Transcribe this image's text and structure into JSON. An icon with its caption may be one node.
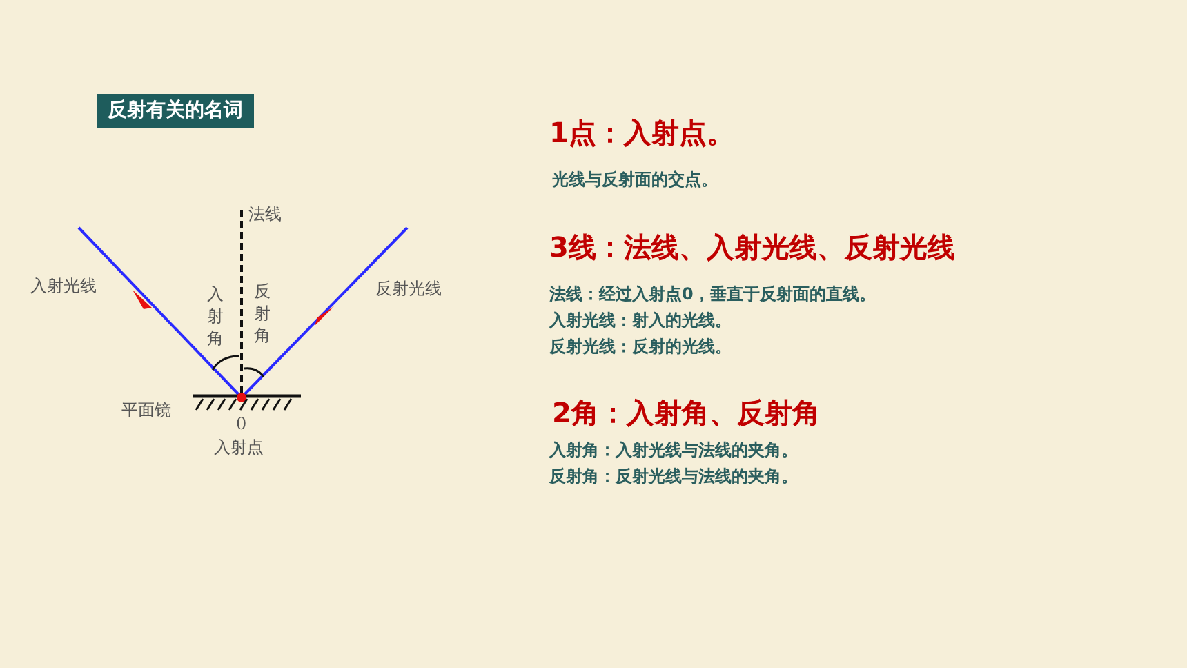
{
  "diagram": {
    "title": "反射有关的名词",
    "labels": [
      "法线",
      "入射光线",
      "入射角",
      "反射角",
      "反射光线",
      "平面镜",
      "0",
      "入射点",
      "1点：入射点。",
      "光线与反射面的交点。",
      "3线：法线、入射光线、反射光线",
      "法线：经过入射点0，垂直于反射面的直线。",
      "入射光线：射入的光线。",
      "反射光线：反射的光线。",
      "2角：入射角、反射角",
      "入射角：入射光线与法线的夹角。",
      "反射角：反射光线与法线的夹角。"
    ]
  }
}
